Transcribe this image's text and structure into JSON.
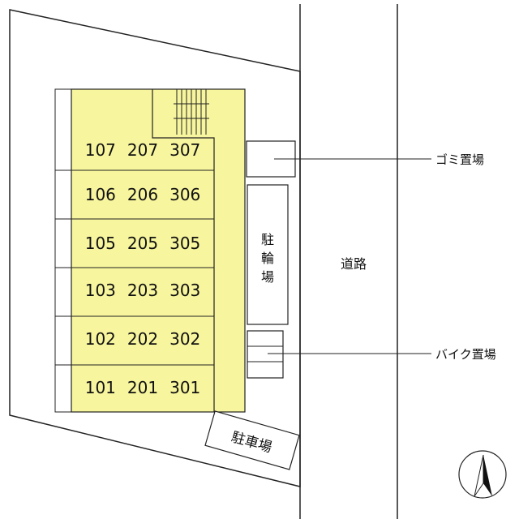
{
  "site_plan": {
    "units": [
      [
        "107",
        "207",
        "307"
      ],
      [
        "106",
        "206",
        "306"
      ],
      [
        "105",
        "205",
        "305"
      ],
      [
        "103",
        "203",
        "303"
      ],
      [
        "102",
        "202",
        "302"
      ],
      [
        "101",
        "201",
        "301"
      ]
    ],
    "labels": {
      "bicycle_parking": [
        "駐",
        "輪",
        "場"
      ],
      "road": "道路",
      "trash": "ゴミ置場",
      "bike_parking": "バイク置場",
      "car_parking": "駐車場"
    },
    "colors": {
      "building_fill": "#f7f59d",
      "lines": "#222222",
      "background": "#ffffff"
    },
    "icons": [
      "north-arrow-icon"
    ]
  }
}
